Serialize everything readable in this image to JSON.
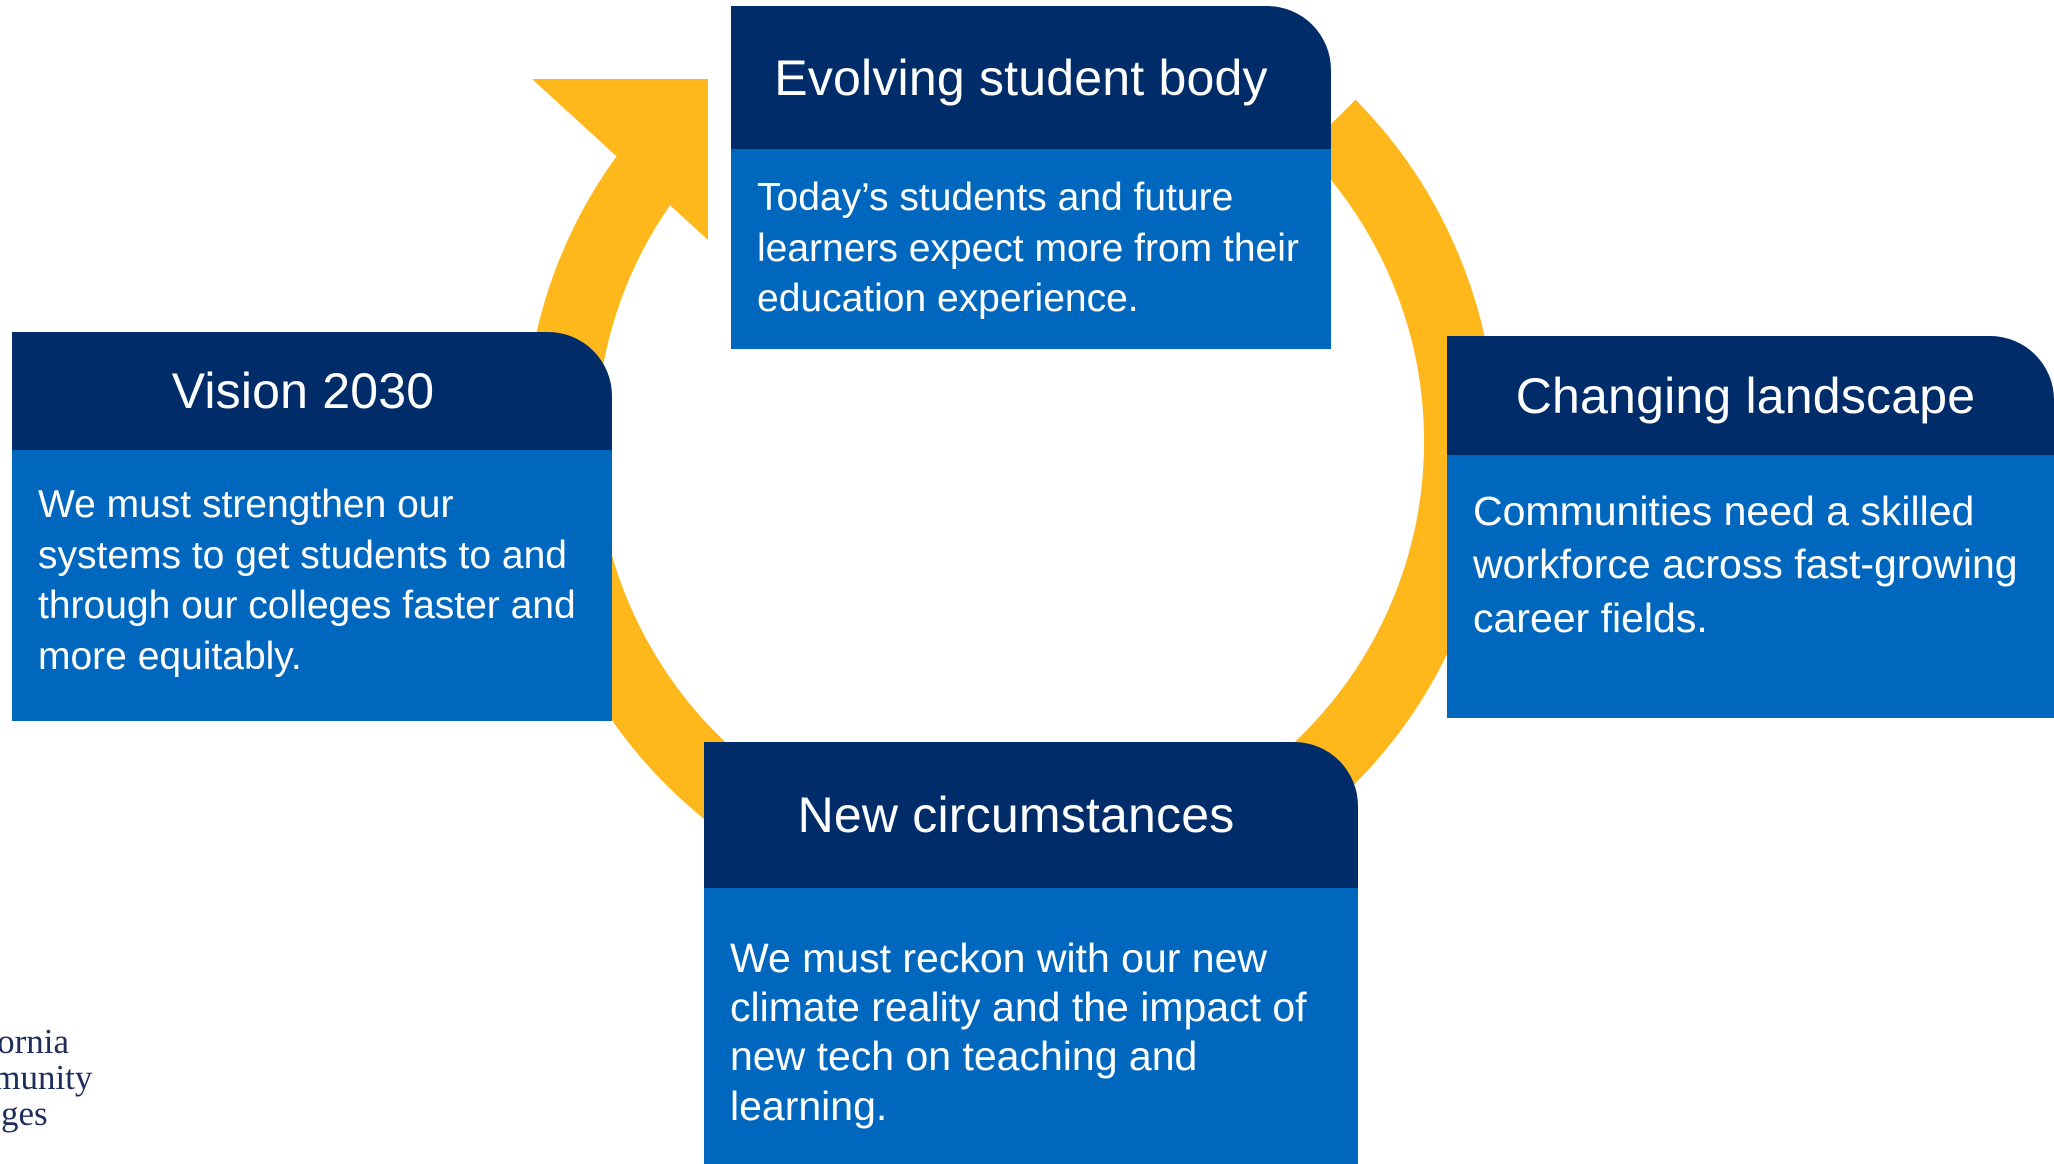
{
  "colors": {
    "ring": "#FFB81C",
    "header": "#002D6A",
    "body": "#0067BF",
    "logo_text": "#1f2d5c"
  },
  "cards": {
    "evolving": {
      "title": "Evolving student body",
      "text": "Today’s students and future learners expect more from their education experience."
    },
    "changing": {
      "title": "Changing landscape",
      "text": "Communities need a skilled workforce across fast-growing career fields."
    },
    "new_circumstances": {
      "title": "New circumstances",
      "text": "We must reckon with our new climate reality and the impact of new tech on teaching and learning."
    },
    "vision": {
      "title": "Vision 2030",
      "text": "We must strengthen our systems to get students to and through our colleges faster and more equitably."
    }
  },
  "logo": {
    "line1": "lifornia",
    "line2": "mmunity",
    "line3": "lleges"
  }
}
